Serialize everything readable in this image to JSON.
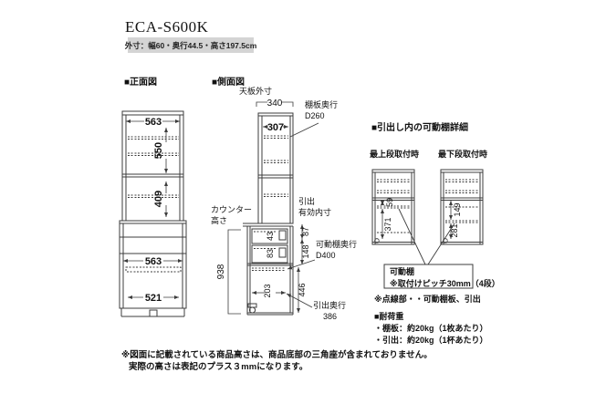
{
  "header": {
    "title": "ECA-S600K",
    "spec": "外寸：幅60・奥行44.5・高さ197.5cm"
  },
  "front_view": {
    "label": "■正面図",
    "top_width": "563",
    "upper_height": "550",
    "lower_height": "409",
    "mid_width": "563",
    "bottom_width": "521"
  },
  "side_view": {
    "label": "■側面図",
    "top_panel_label": "天板外寸",
    "top_outer_width": "340",
    "top_inner_width": "307",
    "shelf_depth_line1": "棚板奥行",
    "shelf_depth_line2": "D260",
    "counter_line1": "カウンター",
    "counter_line2": "高さ",
    "counter_height": "938",
    "drawer_inner_line1": "引出",
    "drawer_inner_line2": "有効内寸",
    "drawer1_inner": "43",
    "drawer2_inner": "83",
    "drawer1_outer": "87",
    "drawer2_outer": "148",
    "movable_depth_line1": "可動棚奥行",
    "movable_depth_line2": "D400",
    "open_width": "203",
    "lower_section_height": "446",
    "drawer_depth_line1": "引出奥行",
    "drawer_depth_line2": "386"
  },
  "detail": {
    "label": "■引出し内の可動棚詳細",
    "top_position": {
      "label": "最上段取付時",
      "upper": "59",
      "lower": "371"
    },
    "bottom_position": {
      "label": "最下段取付時",
      "upper": "149",
      "lower": "281"
    },
    "shelf_box_line1": "可動棚",
    "shelf_box_line2": "※取付けピッチ30mm（4段）",
    "dotted_note": "※点線部・・可動棚板、引出",
    "load_title": "■耐荷重",
    "load_item1": "・棚板：約20kg（1枚あたり）",
    "load_item2": "・引出：約20kg（1杯あたり）"
  },
  "footer": {
    "line1": "※図面に記載されている商品高さは、商品底部の三角座が含まれておりません。",
    "line2": "実際の高さは表記のプラス３mmになります。"
  },
  "colors": {
    "line": "#3c3c3c",
    "bar_bg": "#d4d4d4",
    "text": "#111111"
  }
}
